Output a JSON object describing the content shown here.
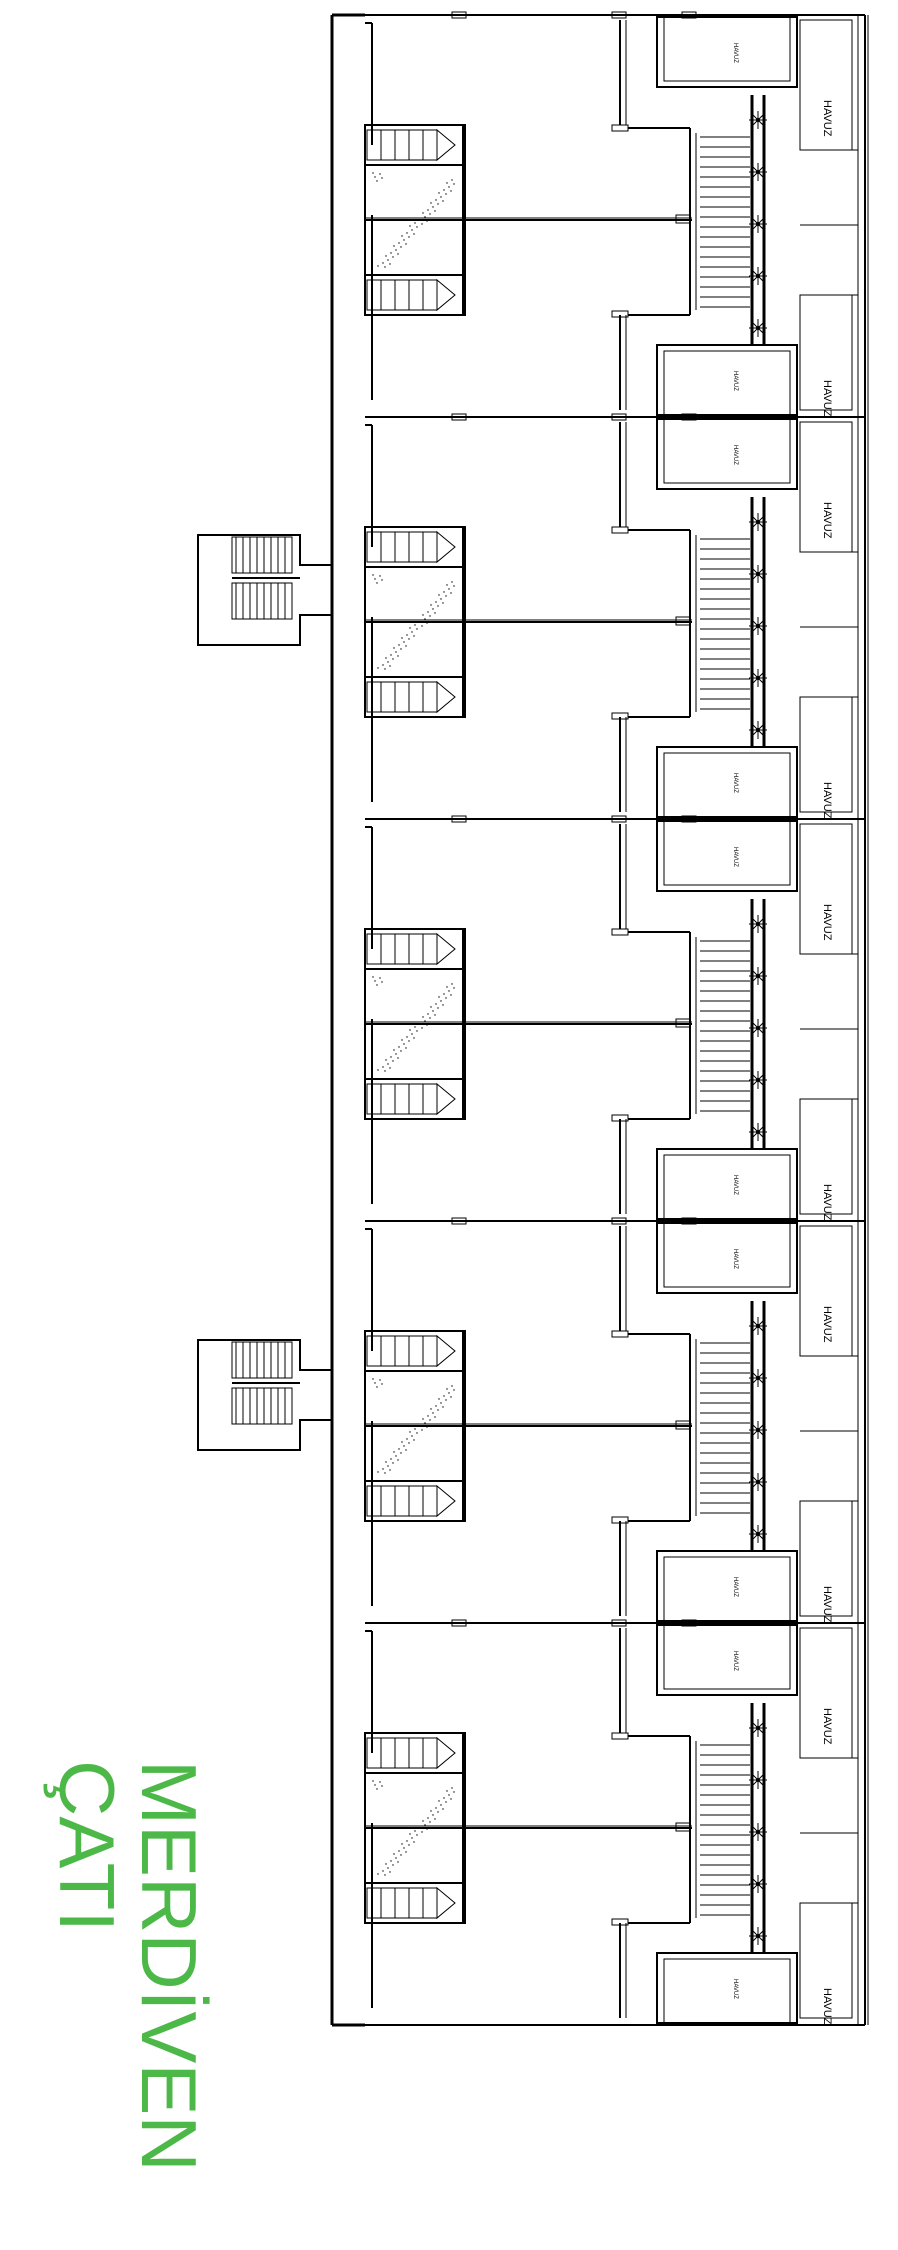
{
  "drawing": {
    "title_line1": "MERDİVEN",
    "title_line2": "ÇATI",
    "title_color": "#4cb848",
    "line_color": "#000000",
    "pool_label": "HAVUZ"
  },
  "units": [
    {
      "pools": [
        "HAVUZ",
        "HAVUZ"
      ],
      "small_pools": [
        "HAVUZ",
        "HAVUZ"
      ]
    },
    {
      "pools": [
        "HAVUZ",
        "HAVUZ"
      ],
      "small_pools": [
        "HAVUZ",
        "HAVUZ"
      ]
    },
    {
      "pools": [
        "HAVUZ",
        "HAVUZ"
      ],
      "small_pools": [
        "HAVUZ",
        "HAVUZ"
      ]
    },
    {
      "pools": [
        "HAVUZ",
        "HAVUZ"
      ],
      "small_pools": [
        "HAVUZ",
        "HAVUZ"
      ]
    },
    {
      "pools": [
        "HAVUZ",
        "HAVUZ"
      ],
      "small_pools": [
        "HAVUZ",
        "HAVUZ"
      ]
    }
  ],
  "stair_towers": 2
}
